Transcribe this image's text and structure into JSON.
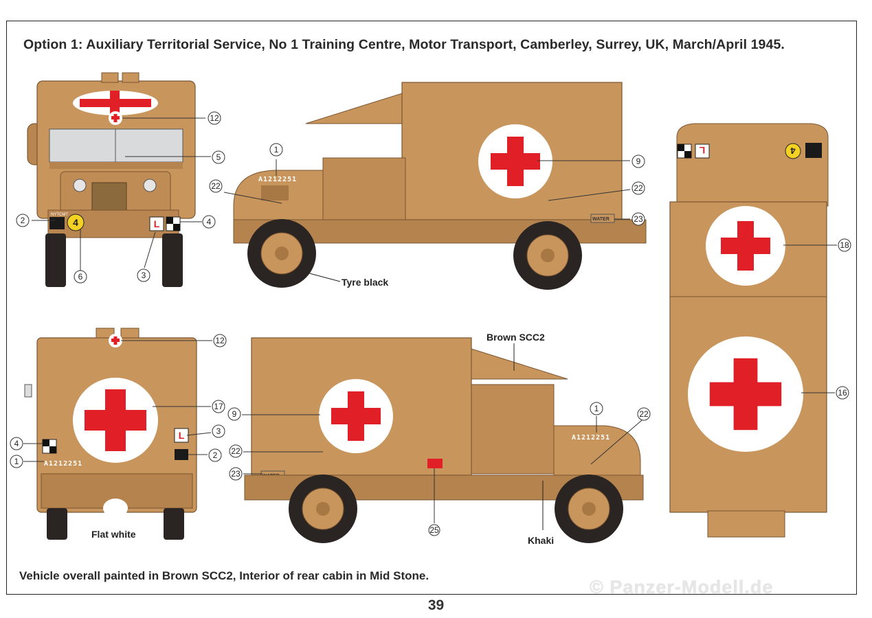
{
  "title": "Option 1: Auxiliary Territorial Service, No 1 Training Centre, Motor Transport, Camberley, Surrey, UK, March/April 1945.",
  "footer_note": "Vehicle overall painted in  Brown SCC2, Interior of rear cabin in Mid Stone.",
  "page_number": "39",
  "watermark": "© Panzer-Modell.de",
  "callouts": {
    "tyre": "Tyre black",
    "brown": "Brown SCC2",
    "khaki": "Khaki",
    "white": "Flat white"
  },
  "markings": {
    "registration": "A1212251",
    "water": "WATER",
    "learner": "L",
    "unit_number": "4",
    "unit_code": "NYTCMT"
  },
  "decal_numbers": {
    "n1": "1",
    "n2": "2",
    "n3": "3",
    "n4": "4",
    "n5": "5",
    "n6": "6",
    "n9": "9",
    "n12": "12",
    "n16": "16",
    "n17": "17",
    "n18": "18",
    "n22": "22",
    "n23": "23",
    "n25": "25"
  },
  "colors": {
    "body": "#c8955c",
    "body_dark": "#a87844",
    "body_light": "#d8ab78",
    "red_cross": "#e11f26",
    "tyre": "#2a2522",
    "frame": "#222222"
  }
}
